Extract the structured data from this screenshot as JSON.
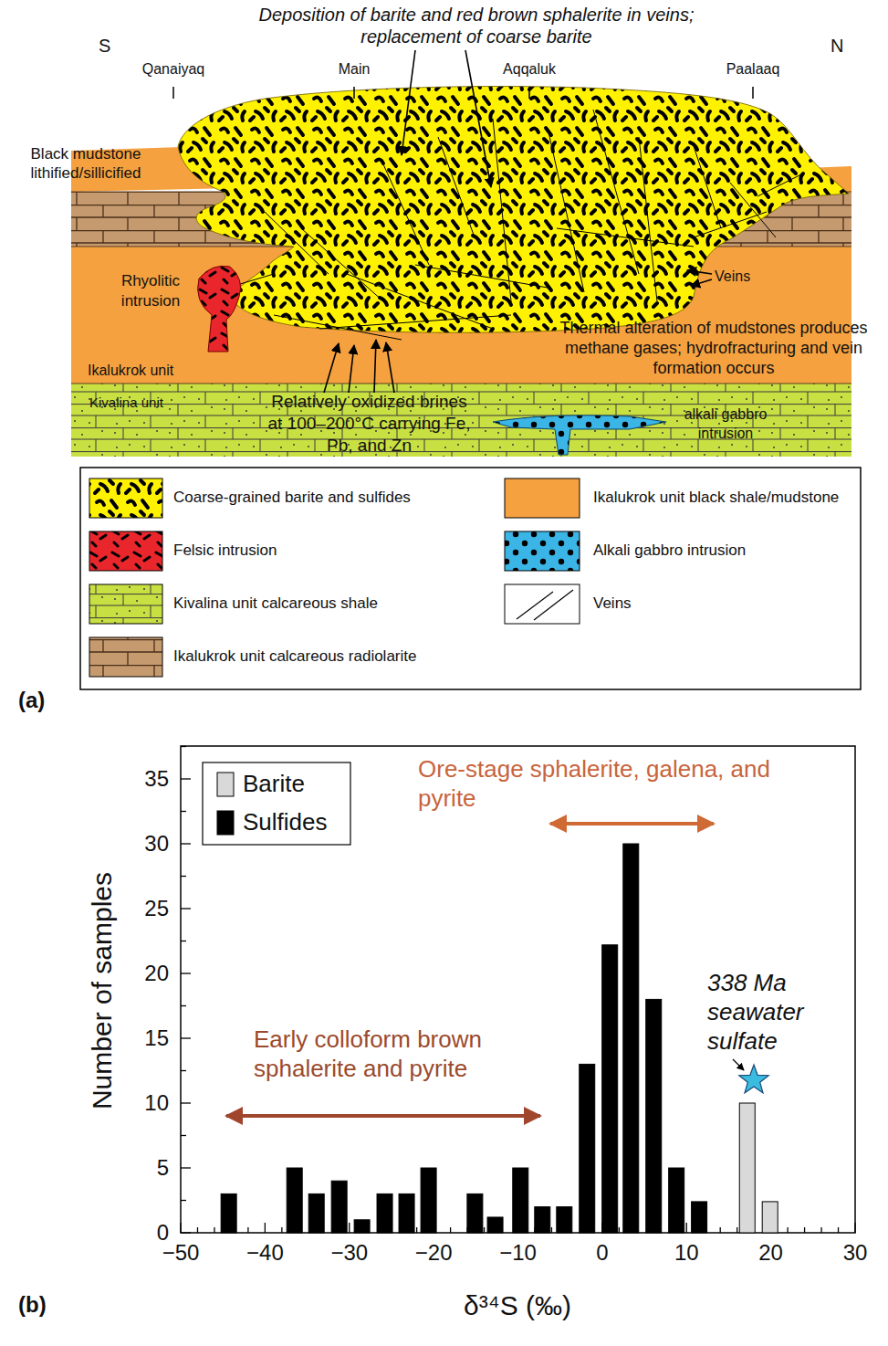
{
  "diagram": {
    "labels": [
      "Deposition of barite and red brown sphalerite in veins; replacement of coarse barite",
      "S",
      "N",
      "Qanaiyaq",
      "Main",
      "Aqqaluk",
      "Paalaaq",
      "Black mudstone lithified/sillicified",
      "Rhyolitic intrusion",
      "Veins",
      "Thermal alteration of mudstones produces methane gases; hydrofracturing and vein formation occurs",
      "Ikalukrok unit",
      "Kivalina unit",
      "Relatively oxidized brines at 100–200°C carrying Fe, Pb, and Zn",
      "alkali gabbro intrusion",
      "(a)",
      "Ore-stage sphalerite, galena, and pyrite",
      "Early colloform brown sphalerite and pyrite",
      "338 Ma seawater sulfate",
      "Number of samples",
      "δ³⁴S (‰)",
      "(b)",
      "0",
      "5",
      "10",
      "15",
      "20",
      "25",
      "30",
      "35",
      "−50",
      "−40",
      "−30",
      "−20",
      "−10",
      "0",
      "10",
      "20",
      "30"
    ],
    "legend": [
      {
        "text": "Coarse-grained barite and sulfides"
      },
      {
        "text": "Ikalukrok unit black shale/mudstone",
        "color": "#f6a13f"
      },
      {
        "text": "Felsic intrusion"
      },
      {
        "text": "Alkali gabbro intrusion"
      },
      {
        "text": "Kivalina unit calcareous shale"
      },
      {
        "text": "Veins"
      },
      {
        "text": "Ikalukrok unit calcareous radiolarite"
      },
      {
        "text": "Barite",
        "color": "#d9d9d9"
      },
      {
        "text": "Sulfides",
        "color": "#000000"
      }
    ]
  }
}
